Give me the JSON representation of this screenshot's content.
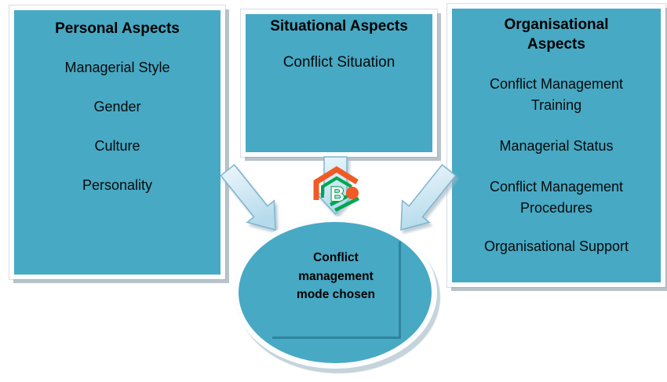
{
  "diagram": {
    "boxes": [
      {
        "title": "Personal Aspects",
        "items": [
          "Managerial Style",
          "Gender",
          "Culture",
          "Personality"
        ]
      },
      {
        "title": "Situational Aspects",
        "items": [
          "Conflict Situation"
        ]
      },
      {
        "title": "Organisational Aspects",
        "items": [
          "Conflict Management Training",
          "Managerial Status",
          "Conflict Management Procedures",
          "Organisational Support"
        ]
      }
    ],
    "ellipse": {
      "label": "Conflict management mode chosen"
    },
    "logo": {
      "name": "brand-logo-icon",
      "letter": "B"
    },
    "colors": {
      "box_fill": "#47a9c4",
      "box_border": "#fcfdfe",
      "arrow_light": "#eef6fb",
      "arrow_dark": "#b4dbec",
      "arrow_outline": "#7fb5cf",
      "logo_orange": "#f15a24",
      "logo_green": "#00a651"
    }
  }
}
